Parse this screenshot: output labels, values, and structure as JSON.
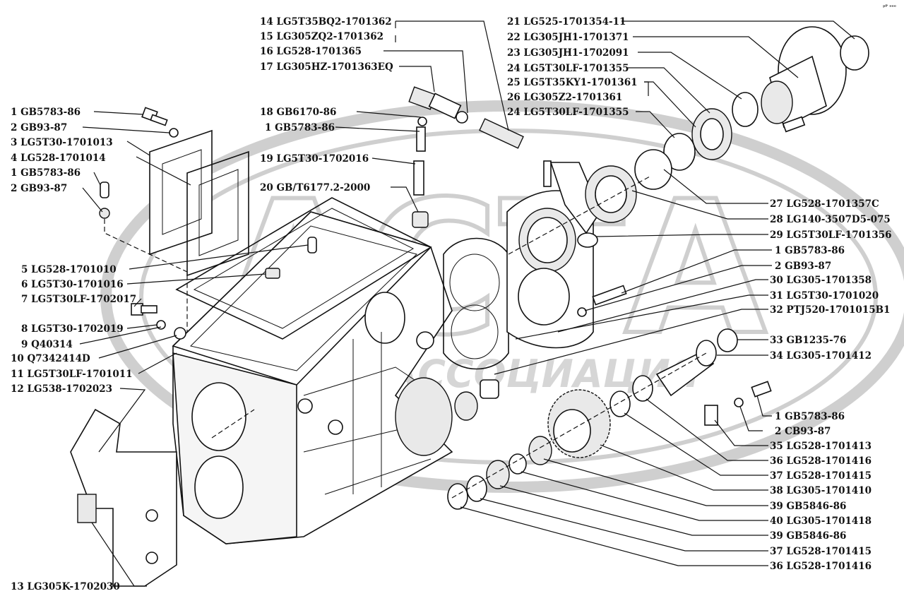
{
  "watermark": {
    "logo_text": "АСТА",
    "sub_text": "АССОЦИАЦИЯ"
  },
  "corner_mark": "ᵖᴾ ᵒᵒᵒ",
  "callouts": {
    "c01": "1 GB5783-86",
    "c02": "2 GB93-87",
    "c03": "3 LG5T30-1701013",
    "c04": "4 LG528-1701014",
    "c05": "1 GB5783-86",
    "c06": "2 GB93-87",
    "c07": "5 LG528-1701010",
    "c08": "6 LG5T30-1701016",
    "c09": "7 LG5T30LF-1702017",
    "c10": "8 LG5T30-1702019",
    "c11": "9 Q40314",
    "c12": "10 Q7342414D",
    "c13": "11 LG5T30LF-1701011",
    "c14": "12 LG538-1702023",
    "c15": "13 LG305K-1702030",
    "c16": "14 LG5T35BQ2-1701362",
    "c17": "15 LG305ZQ2-1701362",
    "c18": "16 LG528-1701365",
    "c19": "17 LG305HZ-1701363EQ",
    "c20": "18 GB6170-86",
    "c21": "1 GB5783-86",
    "c22": "19 LG5T30-1702016",
    "c23": "20 GB/T6177.2-2000",
    "c24": "21 LG525-1701354-11",
    "c25": "22 LG305JH1-1701371",
    "c26": "23 LG305JH1-1702091",
    "c27": "24 LG5T30LF-1701355",
    "c28": "25 LG5T35KY1-1701361",
    "c29": "26 LG305Z2-1701361",
    "c30": "24 LG5T30LF-1701355",
    "c31": "27 LG528-1701357C",
    "c32": "28 LG140-3507D5-075",
    "c33": "29 LG5T30LF-1701356",
    "c34": "1 GB5783-86",
    "c35": "2 GB93-87",
    "c36": "30 LG305-1701358",
    "c37": "31 LG5T30-1701020",
    "c38": "32 PTJ520-1701015B1",
    "c39": "33 GB1235-76",
    "c40": "34 LG305-1701412",
    "c41": "1 GB5783-86",
    "c42": "2 CB93-87",
    "c43": "35 LG528-1701413",
    "c44": "36 LG528-1701416",
    "c45": "37 LG528-1701415",
    "c46": "38 LG305-1701410",
    "c47": "39 GB5846-86",
    "c48": "40 LG305-1701418",
    "c49": "39 GB5846-86",
    "c50": "37 LG528-1701415",
    "c51": "36 LG528-1701416"
  }
}
